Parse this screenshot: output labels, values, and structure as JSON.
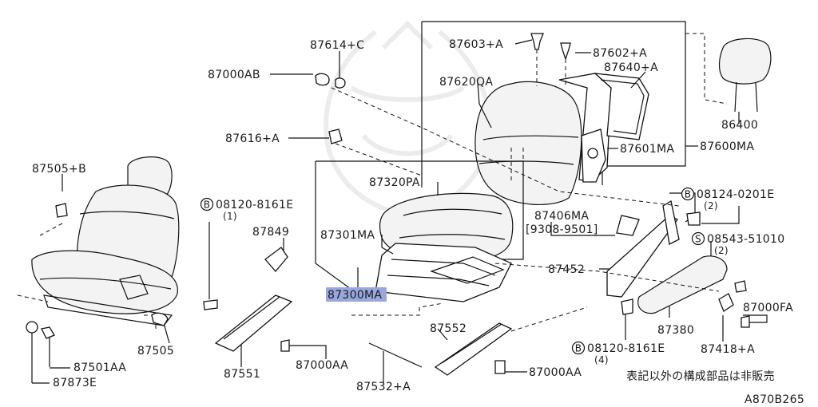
{
  "diagram": {
    "figure_code": "A870B265",
    "note_jp": "表記以外の構成部品は非販売",
    "highlighted_part": "87300MA",
    "labels": {
      "p87603": "87603+A",
      "p87602": "87602+A",
      "p87640": "87640+A",
      "p87620": "87620QA",
      "p87601": "87601MA",
      "p87600": "87600MA",
      "p86400": "86400",
      "p87614": "87614+C",
      "p87000AB": "87000AB",
      "p87616": "87616+A",
      "p87505B": "87505+B",
      "p87320": "87320PA",
      "p87301": "87301MA",
      "p87300": "87300MA",
      "b1_code": "08120-8161E",
      "b1_qty": "(1)",
      "p87849": "87849",
      "p87406": "87406MA",
      "p87406_range": "[9308-9501]",
      "b2_code": "08124-0201E",
      "b2_qty": "(2)",
      "s_code": "08543-51010",
      "s_qty": "(2)",
      "p87452": "87452",
      "p87000FA": "87000FA",
      "p87380": "87380",
      "p87418": "87418+A",
      "b3_code": "08120-8161E",
      "b3_qty": "(4)",
      "p87552": "87552",
      "p87000AA_c": "87000AA",
      "p87000AA_r": "87000AA",
      "p87532": "87532+A",
      "p87551": "87551",
      "p87505": "87505",
      "p87501": "87501AA",
      "p87873": "87873E",
      "marker_b": "B",
      "marker_s": "S"
    }
  }
}
